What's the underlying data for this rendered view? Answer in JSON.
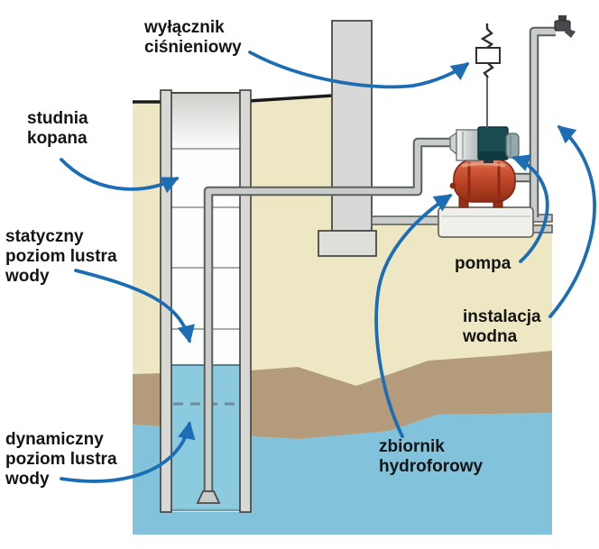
{
  "diagram_title": "",
  "labels": {
    "pressure_switch": "wyłącznik\nciśnieniowy",
    "dug_well": "studnia\nkopana",
    "static_water_level": "statyczny\npoziom lustra\nwody",
    "dynamic_water_level": "dynamiczny\npoziom lustra\nwody",
    "pump": "pompa",
    "water_installation": "instalacja\nwodna",
    "pressure_tank": "zbiornik\nhydroforowy"
  },
  "icons": {
    "tap": "tap-icon",
    "foot_valve": "foot-valve-icon",
    "pressure_switch": "pressure-switch-icon",
    "arrowhead": "arrowhead-icon"
  },
  "colors": {
    "arrow_blue": "#1D6DB4",
    "soil_cream": "#EDE7C3",
    "subsoil_brown": "#B49B7B",
    "groundwater_blue": "#82C3DB",
    "well_water_blue": "#8BCADF",
    "tank_red": "#C04A2A",
    "motor_teal": "#1A4D52",
    "pipe_gray": "#C9CCC9",
    "concrete_gray": "#D8D8D5",
    "surface_line": "#1A1A1A",
    "text": "#141414"
  }
}
